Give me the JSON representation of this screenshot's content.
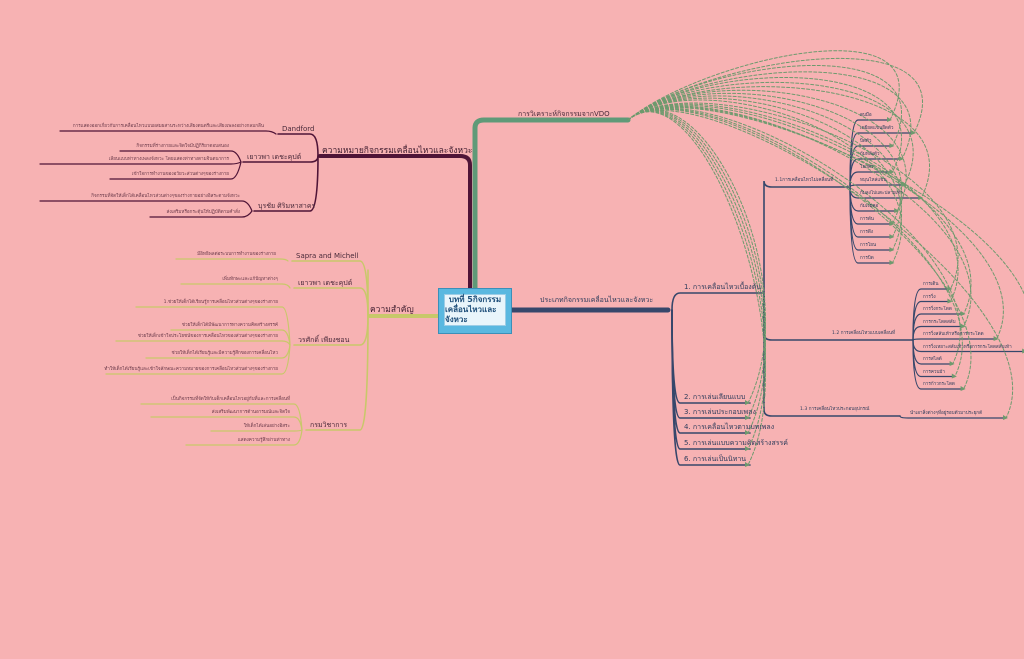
{
  "center": {
    "line1": "บทที่ 5กิจกรรม",
    "line2": "เคลื่อนไหวและจังหวะ"
  },
  "meaning": {
    "label": "ความหมายกิจกรรมเคลื่อนไหวและจังหวะ",
    "authors": [
      {
        "name": "Dandford",
        "items": [
          "การแสดงออกเกี่ยวกับการเคลื่อนไหวแบบผสมผสานระหว่างเสียงดนตรีและเสียงเพลงอย่างกลมกลืน"
        ]
      },
      {
        "name": "เยาวพา   เดชะคุปต์",
        "items": [
          "กิจกรรมที่ร่างกายและจิตใจมีปฏิกิริยาตอบสนอง",
          "เลียนแบบท่าทางเพลงจังหวะ โดยแสดงท่าทางตามจินตนาการ",
          "เข้าใจการทำงานของอวัยวะส่วนต่างๆของร่างกาย"
        ]
      },
      {
        "name": "บุรชัย  ศิริมหาสาคร",
        "items": [
          "กิจกรรมที่จัดให้เด็กได้เคลื่อนไหวส่วนต่างๆของร่างกายอย่างอิสระตามจังหวะ",
          "ส่งเสริมหรือกระตุ้นให้ปฏิบัติตามคำสั่ง"
        ]
      }
    ]
  },
  "importance": {
    "label": "ความสำคัญ",
    "authors": [
      {
        "name": "Sapra and Michell",
        "items": [
          "มีอิทธิพลต่อระบบการทำงานของร่างกาย"
        ]
      },
      {
        "name": "เยาวพา   เดชะคุปต์",
        "items": [
          "เพิ่มทักษะและแก้ปัญหาต่างๆ"
        ]
      },
      {
        "name": "วรศักดิ์   เพียงชอน",
        "items": [
          "1.ช่วยให้เด็กได้เรียนรู้การเคลื่อนไหวส่วนต่างๆของร่างกาย",
          "ช่วยให้เด็กได้มีพัฒนาการทางความคิดสร้างสรรค์",
          "ช่วยให้เด็กเข้าใจประโยชน์ของการเคลื่อนไหวของส่วนต่างๆของร่างกาย",
          "ช่วยให้เด็กได้เรียนรู้และมีความรู้สึกของการเคลื่อนไหว",
          "ทำให้เด็กได้เรียนรู้และเข้าใจลักษณะความหมายของการเคลื่อนไหวส่วนต่างๆของร่างกาย"
        ]
      },
      {
        "name": "กรมวิชาการ",
        "items": [
          "เป็นกิจกรรมที่จัดให้กับเด็กเคลื่อนไหวอยู่กับที่และการเคลื่อนที่",
          "ส่งเสริมพัฒนาการด้านอารมณ์และจิตใจ",
          "ให้เด็กได้เล่นอย่างอิสระ",
          "แสดงความรู้สึกผ่านท่าทาง"
        ]
      }
    ]
  },
  "vdo": {
    "label": "การวิเคราะห์กิจกรรมจากVDO"
  },
  "types": {
    "label": "ประเภทกิจกรรมเคลื่อนไหวและจังหวะ",
    "items": [
      "1. การเคลื่อนไหวเบื้องต้น",
      "2. การเล่นเลียนแบบ",
      "3. การเล่นประกอบเพลง",
      "4. การเคลื่อนไหวตามบทเพลง",
      "5. การเล่นแบบความคิดสร้างสรรค์",
      "6. การเล่นเป็นนิทาน"
    ],
    "sub": [
      {
        "name": "1.1การเคลื่อนไหวไม่เคลื่อนที่",
        "items": [
          "ตบมือ",
          "เหยียดแขนยืดตัว",
          "บิดตัว",
          "ก้มหลังตัว",
          "โยกตัว",
          "หมุนไหล่แขน",
          "ก้มลงไปแตะปลายเท้า",
          "ก้มเงยคอ",
          "การดัน",
          "การดึง",
          "การโยน",
          "การบิด"
        ]
      },
      {
        "name": "1.2 การเคลื่อนไหวแบบเคลื่อนที่",
        "items": [
          "การเดิน",
          "การวิ่ง",
          "การวิ่งกระโดด",
          "การกระโดดสลับ",
          "การวิ่งสลับเท้าหรือการกระโดด",
          "การวิ่งเหยาะสลับเท้าหรือการกระโดดสลับเท้า",
          "การสไลด์",
          "การควบม้า",
          "การก้าวกระโดด"
        ]
      },
      {
        "name": "1.3 การเคลื่อนไหวประกอบอุปกรณ์",
        "items": [
          "นำเอาสิ่งต่างๆที่อยู่รอบตัวมาประยุกต์"
        ]
      }
    ]
  },
  "colors": {
    "background": "#f7b2b3",
    "meaning": "#4f1437",
    "vdo": "#5f9a78",
    "types": "#36476b",
    "importance": "#c8c86a",
    "dashed": "#6e9a6e"
  }
}
